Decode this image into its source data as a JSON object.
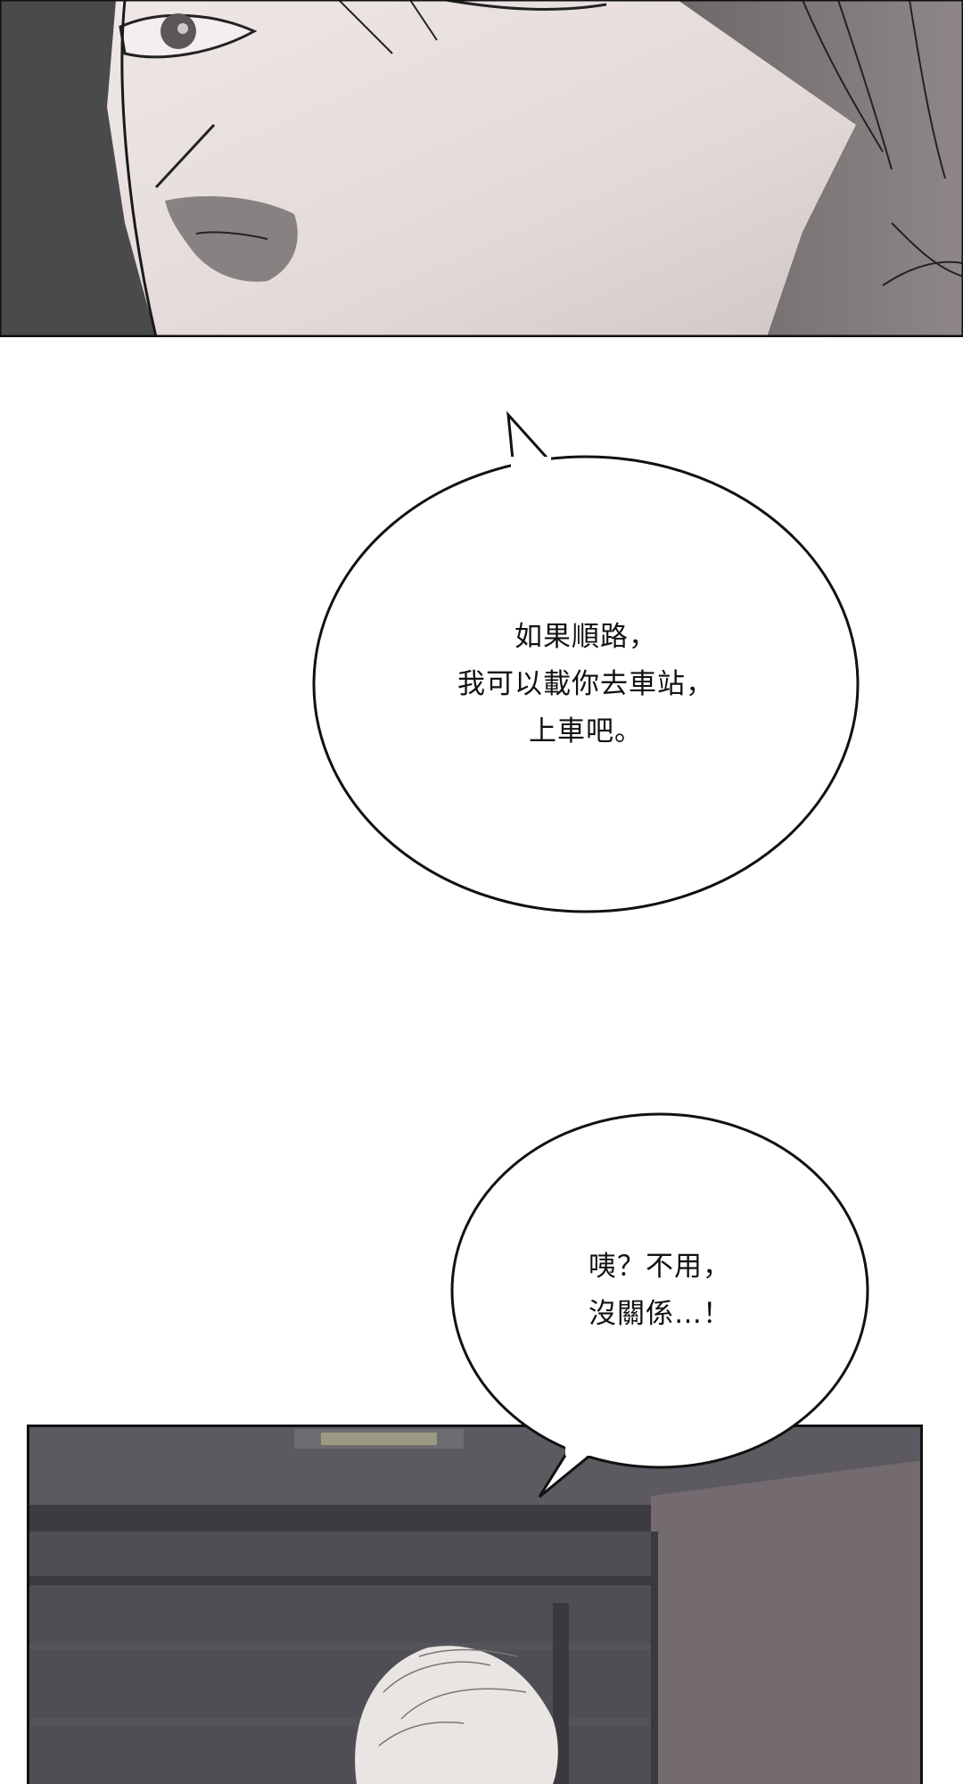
{
  "bubble_1": {
    "lines": [
      "如果順路，",
      "我可以載你去車站，",
      "上車吧。"
    ]
  },
  "bubble_2": {
    "lines": [
      "咦？不用，",
      "沒關係…！"
    ]
  }
}
